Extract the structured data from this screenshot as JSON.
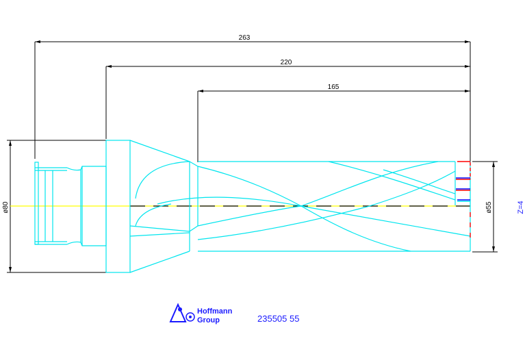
{
  "dimensions": {
    "overall_length": "263",
    "body_length": "220",
    "flute_length": "165",
    "shank_diameter": "ø80",
    "cutting_diameter": "ø55"
  },
  "teeth_count": "Z=4",
  "article_number": "235505 55",
  "logo": {
    "line1": "Hoffmann",
    "line2": "Group"
  },
  "colors": {
    "outline": "#00e5ee",
    "dimension": "#000000",
    "centerline": "#ffff00",
    "insert_red": "#ff0000",
    "insert_blue": "#0000ff",
    "text_blue": "#1a1aff"
  }
}
